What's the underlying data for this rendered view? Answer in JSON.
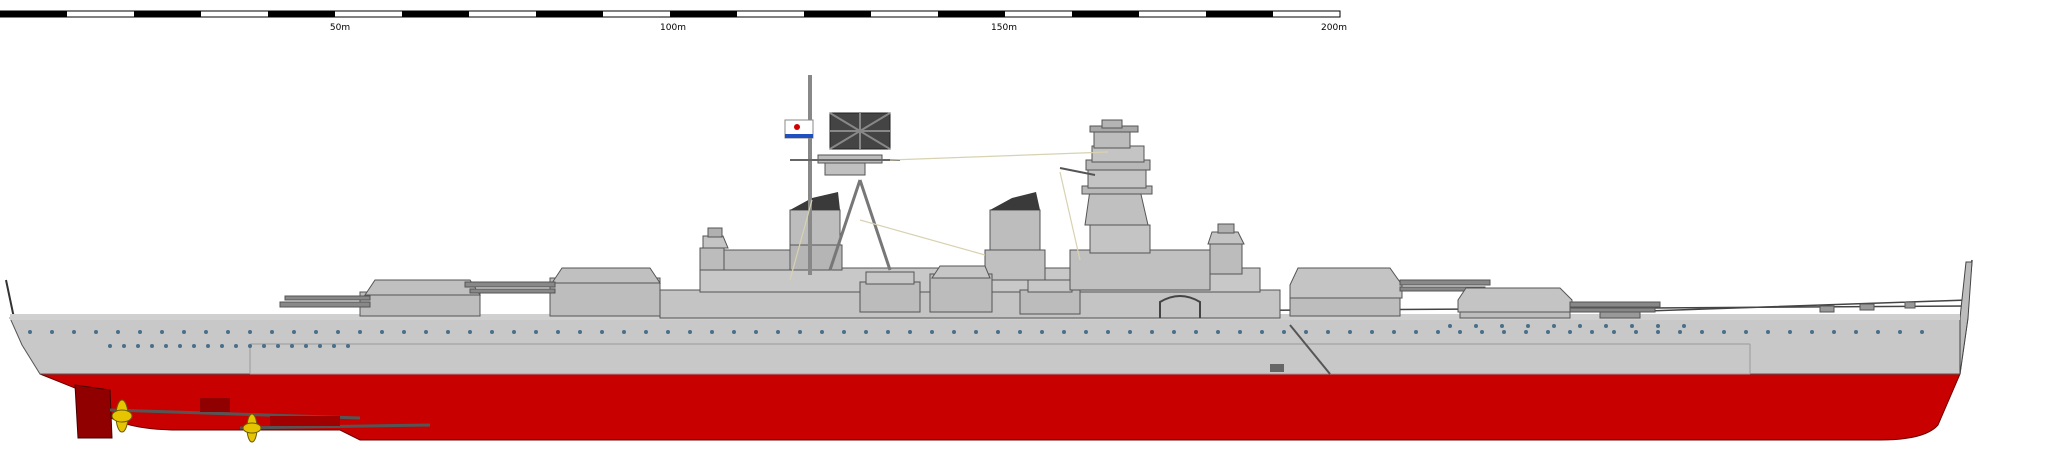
{
  "scale_bar": {
    "labels": [
      "50m",
      "100m",
      "150m",
      "200m"
    ]
  },
  "colors": {
    "hull_grey": "#c8c8c8",
    "superstructure_grey": "#bdbdbd",
    "dark_grey": "#7a7a7a",
    "waterline_red": "#c80000",
    "antifouling_dark": "#900000",
    "porthole": "#4a6f8a",
    "propeller": "#e6c400",
    "flag_blue": "#2050c0",
    "flag_red": "#d00000"
  },
  "icons": {
    "flag": "naval-ensign-icon",
    "propeller": "propeller-icon"
  }
}
